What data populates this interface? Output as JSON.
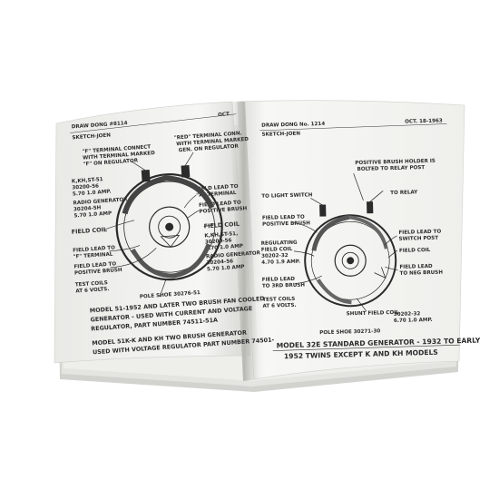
{
  "left_page": {
    "header": {
      "drawing_no": "DRAW DONG #8114",
      "sketch": "SKETCH-JOEN",
      "oct": "OCT"
    },
    "labels": {
      "f_terminal": "\"F\" TERMINAL CONNECT",
      "f_terminal_2": "WITH TERMINAL MARKED",
      "f_terminal_3": "\"F\" ON REGULATOR",
      "red_terminal": "\"RED\" TERMINAL CONN.",
      "red_terminal_2": "WITH TERMINAL MARKED",
      "red_terminal_3": "GEN. ON REGULATOR",
      "spec_1": "K,KH,ST-51",
      "spec_2": "30200-56",
      "spec_3": "5.70 1.0 AMP.",
      "radio_1": "RADIO GENERATOR",
      "radio_2": "30204-5H",
      "radio_3": "5.70 1.0 AMP",
      "field_coil_left": "FIELD COIL",
      "field_lead_neg": "FIELD LEAD TO",
      "field_lead_neg_2": "\"F\" TERMINAL",
      "field_lead_pos": "FIELD LEAD TO",
      "field_lead_pos_2": "POSITIVE BRUSH",
      "test_coils": "TEST COILS",
      "test_coils_2": "AT 6 VOLTS.",
      "field_lead_r1": "FIELD LEAD TO",
      "field_lead_r1_2": "\"A\" TERMINAL",
      "field_lead_r2": "FIELD LEAD TO",
      "field_lead_r2_2": "POSITIVE BRUSH",
      "field_coil_right": "FIELD COIL",
      "spec_r1": "K,KH,ST-51,",
      "spec_r2": "30200-56",
      "spec_r3": "5.70 1.0 AMP",
      "radio_r1": "RADIO GENERATOR",
      "radio_r2": "30204-56",
      "radio_r3": "5.70 1.0 AMP",
      "pole_shoe": "POLE SHOE 30276-51",
      "caption_1": "MODEL 51-1952 AND LATER TWO BRUSH FAN COOLED",
      "caption_2": "GENERATOR - USED WITH CURRENT AND VOLTAGE",
      "caption_3": "REGULATOR, PART NUMBER 74511-51A",
      "caption_4": "MODEL 51K-K AND KH TWO BRUSH GENERATOR",
      "caption_5": "USED WITH VOLTAGE REGULATOR PART NUMBER 74501-"
    }
  },
  "right_page": {
    "header": {
      "drawing_no": "DRAW DONG No. 1214",
      "sketch": "SKETCH-JOEN",
      "date": "OCT. 18-1963"
    },
    "labels": {
      "pos_brush_1": "POSITIVE BRUSH HOLDER IS",
      "pos_brush_2": "BOLTED TO RELAY POST",
      "to_light": "TO LIGHT SWITCH",
      "to_relay": "TO RELAY",
      "field_lead_pos": "FIELD LEAD TO",
      "field_lead_pos_2": "POSITIVE BRUSH",
      "regulating": "REGULATING",
      "field_coil": "FIELD COIL",
      "rf_spec_1": "30202-32",
      "rf_spec_2": "4.70 1.9 AMP.",
      "field_lead_switch": "FIELD LEAD TO",
      "field_lead_switch_2": "SWITCH POST",
      "field_coil_r": "FIELD COIL",
      "field_lead_3rd": "FIELD LEAD",
      "field_lead_3rd_2": "TO 3RD BRUSH",
      "field_lead_neg": "FIELD LEAD",
      "field_lead_neg_2": "TO NEG BRUSH",
      "test_coils": "TEST COILS",
      "test_coils_2": "AT 6 VOLTS.",
      "shunt": "SHUNT FIELD COIL",
      "shunt_spec_1": "30202-32",
      "shunt_spec_2": "6.70 1.0 AMP.",
      "pole_shoe": "POLE SHOE 30271-30",
      "caption_1": "MODEL 32E STANDARD GENERATOR - 1932 TO EARLY",
      "caption_2": "1952 TWINS EXCEPT K AND KH MODELS"
    }
  },
  "colors": {
    "background": "#ffffff",
    "paper": "#f3f3f1",
    "ink": "#2b2b2b",
    "shadow": "#c8c8c4"
  }
}
